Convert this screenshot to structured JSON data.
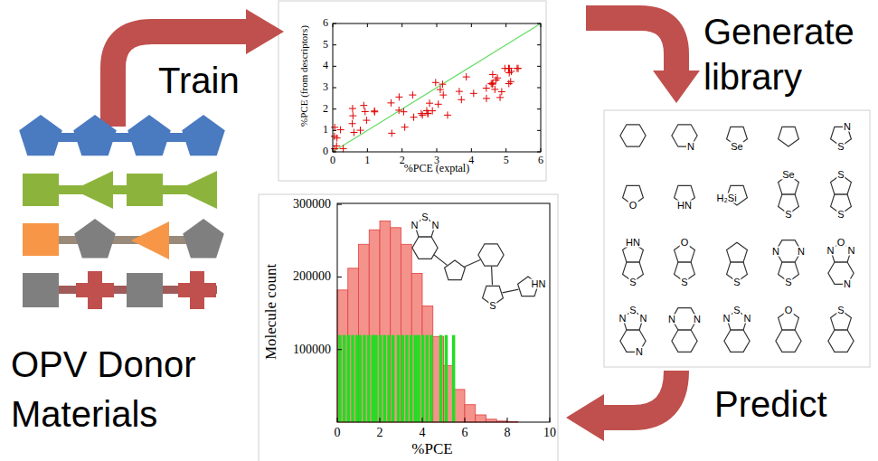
{
  "diagram": {
    "labels": [
      "OPV Donor Materials",
      "Train",
      "Generate library",
      "Predict",
      "%PCE (from descriptors)",
      "%PCE (exptal)",
      "0",
      "1",
      "2",
      "3",
      "4",
      "5",
      "6",
      "0",
      "1",
      "2",
      "3",
      "4",
      "5",
      "6",
      "Molecule count",
      "%PCE",
      "300000",
      "200000",
      "100000",
      "0",
      "2",
      "4",
      "6",
      "8",
      "10",
      "N",
      "Se",
      "S",
      "N",
      "O",
      "HN",
      "H₂Si",
      "Se",
      "S",
      "S",
      "S",
      "HN",
      "S",
      "O",
      "S",
      "S",
      "N",
      "N",
      "S",
      "N",
      "O",
      "N",
      "N",
      "N",
      "S",
      "N",
      "N",
      "N",
      "N",
      "N",
      "S",
      "N",
      "O",
      "S",
      "N",
      "S",
      "N",
      "S",
      "HN"
    ]
  }
}
